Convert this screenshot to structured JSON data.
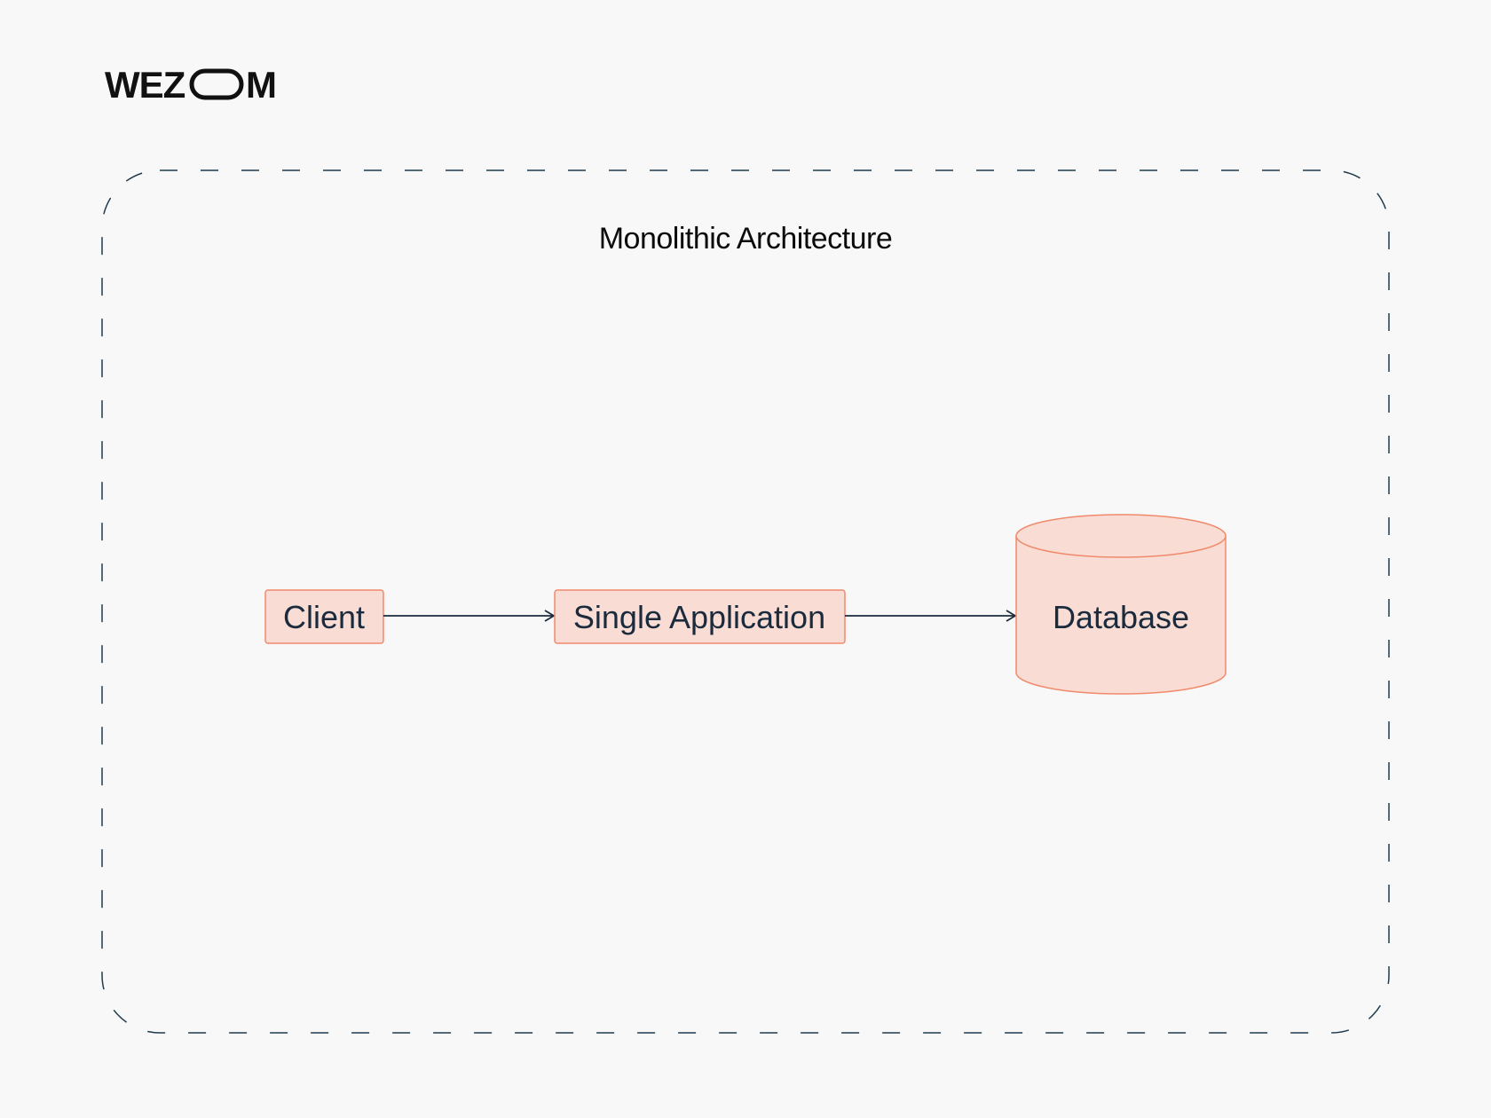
{
  "brand": {
    "logo_text_left": "WEZ",
    "logo_text_right": "M"
  },
  "diagram": {
    "title": "Monolithic Architecture",
    "nodes": {
      "client": "Client",
      "application": "Single Application",
      "database": "Database"
    }
  },
  "colors": {
    "background": "#f8f8f8",
    "node_fill": "#f9dcd3",
    "node_stroke": "#f08a6c",
    "arrow": "#1b2b3e",
    "container_dash": "#1f3b4d",
    "logo": "#111111"
  }
}
